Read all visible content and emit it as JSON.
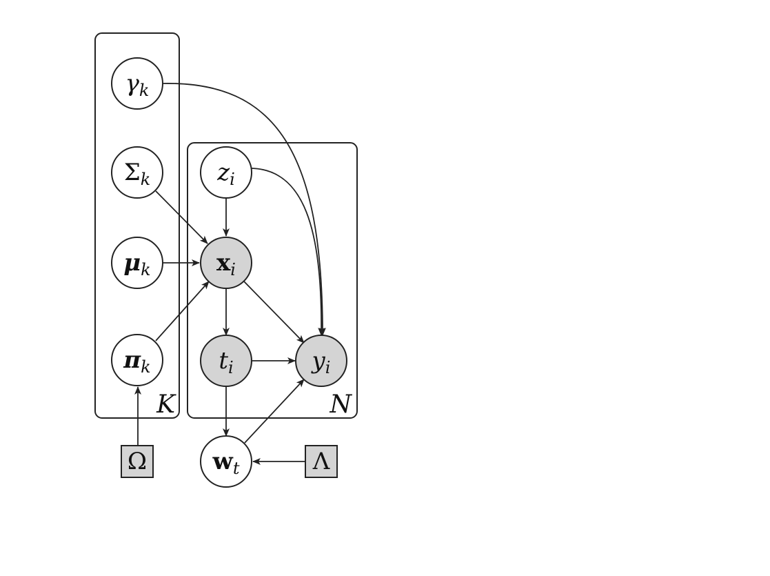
{
  "plates": {
    "K": {
      "label": "K"
    },
    "N": {
      "label": "N"
    }
  },
  "nodes": {
    "gamma": {
      "symbol": "γ",
      "sub": "k",
      "type": "latent"
    },
    "sigma": {
      "symbol": "Σ",
      "sub": "k",
      "type": "latent"
    },
    "mu": {
      "symbol": "μ",
      "sub": "k",
      "type": "latent"
    },
    "pi": {
      "symbol": "π",
      "sub": "k",
      "type": "latent"
    },
    "z": {
      "symbol": "z",
      "sub": "i",
      "type": "latent"
    },
    "x": {
      "symbol": "x",
      "sub": "i",
      "type": "observed"
    },
    "t": {
      "symbol": "t",
      "sub": "i",
      "type": "observed"
    },
    "y": {
      "symbol": "y",
      "sub": "i",
      "type": "observed"
    },
    "w": {
      "symbol": "w",
      "sub": "t",
      "type": "latent"
    },
    "omega": {
      "symbol": "Ω",
      "type": "hyperparameter"
    },
    "lambda": {
      "symbol": "Λ",
      "type": "hyperparameter"
    }
  },
  "edges": [
    {
      "from": "gamma",
      "to": "y"
    },
    {
      "from": "sigma",
      "to": "x"
    },
    {
      "from": "mu",
      "to": "x"
    },
    {
      "from": "pi",
      "to": "x"
    },
    {
      "from": "omega",
      "to": "pi"
    },
    {
      "from": "z",
      "to": "x"
    },
    {
      "from": "z",
      "to": "y"
    },
    {
      "from": "x",
      "to": "t"
    },
    {
      "from": "x",
      "to": "y"
    },
    {
      "from": "t",
      "to": "y"
    },
    {
      "from": "t",
      "to": "w"
    },
    {
      "from": "w",
      "to": "y"
    },
    {
      "from": "lambda",
      "to": "w"
    }
  ],
  "colors": {
    "stroke": "#222222",
    "observed_fill": "#d4d4d4",
    "latent_fill": "#ffffff"
  }
}
